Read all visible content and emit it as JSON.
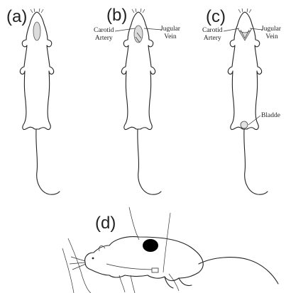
{
  "panels": [
    {
      "label": "(a)"
    },
    {
      "label": "(b)",
      "left_line1": "Carotid",
      "left_line2": "Artery",
      "right_line1": "Jugular",
      "right_line2": "Vein"
    },
    {
      "label": "(c)",
      "left_line1": "Carotid",
      "left_line2": "Artery",
      "right_line1": "Jugular",
      "right_line2": "Vein",
      "bladder": "Bladde"
    },
    {
      "label": "(d)"
    }
  ],
  "icons": {
    "mouse_dorsal": "mouse-outline-icon",
    "mouse_side": "mouse-side-icon"
  }
}
